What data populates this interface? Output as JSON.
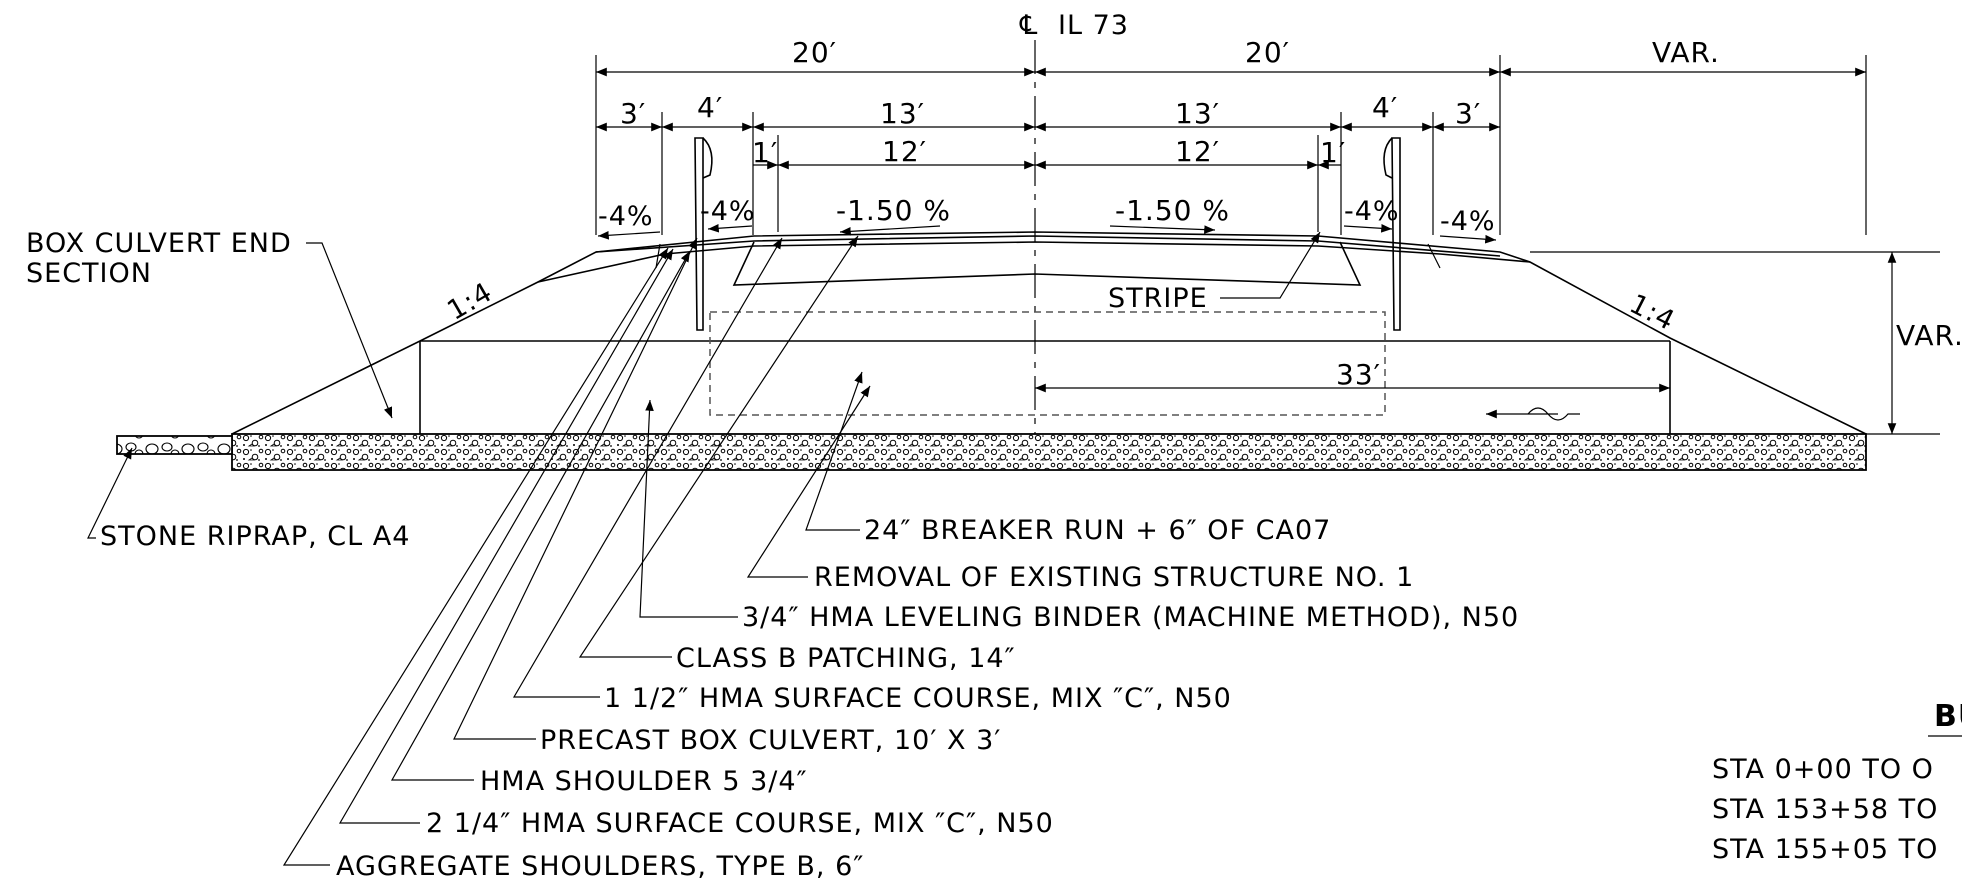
{
  "centerline": {
    "symbol": "℄",
    "label": "IL 73"
  },
  "dimensions": {
    "left_half": "20′",
    "right_half": "20′",
    "right_var": "VAR.",
    "left_3": "3′",
    "left_4": "4′",
    "left_13": "13′",
    "right_13": "13′",
    "right_4": "4′",
    "right_3": "3′",
    "left_1": "1′",
    "left_12": "12′",
    "right_12": "12′",
    "right_1": "1′",
    "height_var": "VAR.",
    "culvert_33": "33′"
  },
  "slopes": {
    "left_outer": "-4%",
    "left_inner": "-4%",
    "left_lane": "-1.50 %",
    "right_lane": "-1.50 %",
    "right_inner": "-4%",
    "right_outer": "-4%",
    "left_side": "1:4",
    "right_side": "1:4"
  },
  "labels": {
    "box_culvert_end_1": "BOX CULVERT END",
    "box_culvert_end_2": "SECTION",
    "stripe": "STRIPE",
    "stone_riprap": "STONE RIPRAP, CL A4"
  },
  "callouts": [
    "24″ BREAKER RUN + 6″ OF CA07",
    "REMOVAL OF EXISTING STRUCTURE NO. 1",
    "3/4″ HMA LEVELING BINDER (MACHINE METHOD), N50",
    "CLASS B PATCHING, 14″",
    "1 1/2″ HMA SURFACE COURSE, MIX ″C″, N50",
    "PRECAST BOX CULVERT, 10′ X 3′",
    "HMA SHOULDER 5 3/4″",
    "2 1/4″ HMA SURFACE COURSE, MIX ″C″, N50",
    "AGGREGATE SHOULDERS, TYPE B, 6″"
  ],
  "table": {
    "title_fragment": "BU",
    "rows": [
      "STA 0+00 TO O",
      "STA 153+58 TO",
      "STA 155+05 TO"
    ]
  }
}
